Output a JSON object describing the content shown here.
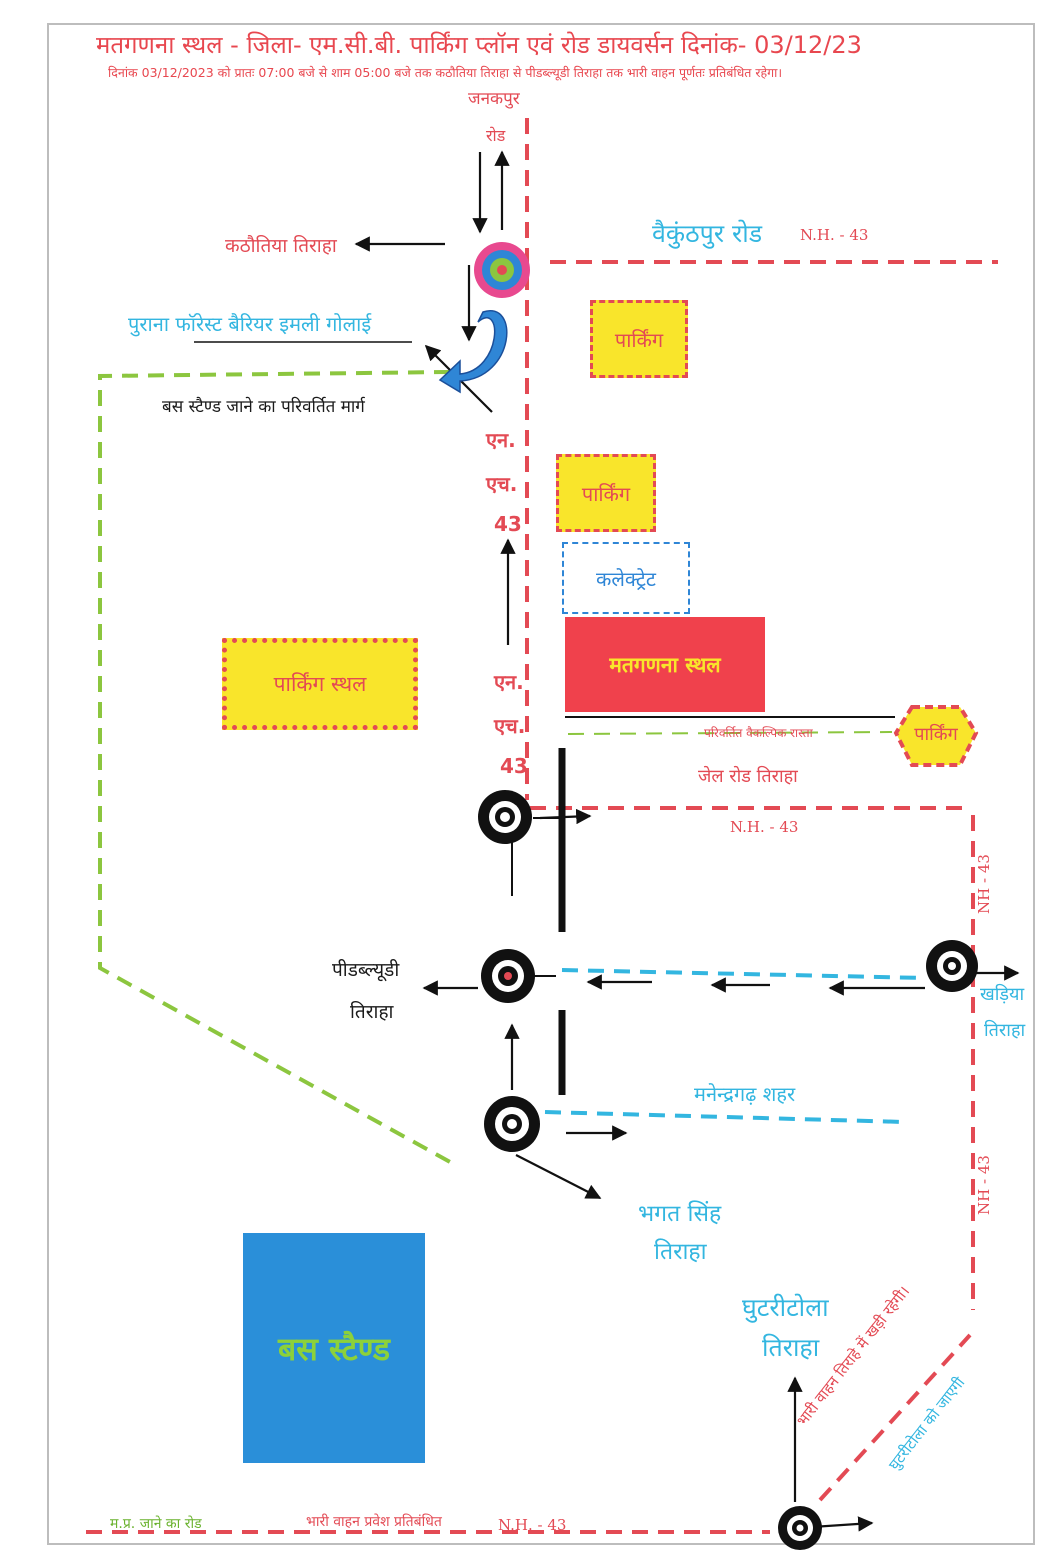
{
  "title": "मतगणना स्थल - जिला- एम.सी.बी. पार्किंग प्लॉन एवं रोड डायवर्सन दिनांक- 03/12/23",
  "subtitle": "दिनांक 03/12/2023 को प्रातः 07:00 बजे से शाम 05:00 बजे तक कठौतिया तिराहा से पीडब्ल्यूडी तिराहा तक भारी वाहन पूर्णतः प्रतिबंधित रहेगा।",
  "labels": {
    "janakpur": "जनकपुर",
    "road": "रोड",
    "kathautiya": "कठौतिया तिराहा",
    "vaikunthpur": "वैकुंठपुर रोड",
    "nh_top": "N.H. - 43",
    "purana_forest": "पुराना फॉरेस्ट बैरियर इमली गोलाई",
    "bus_route": "बस स्टैण्ड जाने का परिवर्तित मार्ग",
    "nh_vertical_1": [
      "एन.",
      "एच.",
      "43"
    ],
    "nh_vertical_2": [
      "एन.",
      "एच.",
      "43"
    ],
    "jail_road": "जेल रोड तिराहा",
    "nh_mid": "N.H. - 43",
    "nh_right_1": "NH - 43",
    "nh_right_2": "NH - 43",
    "pwd_1": "पीडब्ल्यूडी",
    "pwd_2": "तिराहा",
    "khadiya_1": "खड़िया",
    "khadiya_2": "तिराहा",
    "manendragarh": "मनेन्द्रगढ़ शहर",
    "bhagat_1": "भगत सिंह",
    "bhagat_2": "तिराहा",
    "ghutritola_1": "घुटरीटोला",
    "ghutritola_2": "तिराहा",
    "heavy_parking_1": "भारी वाहन तिराहे में खड़ी रहेगी।",
    "heavy_parking_2": "घुटरीटोला को जाएगी",
    "mp_road": "म.प्र. जाने का रोड",
    "heavy_banned": "भारी वाहन प्रवेश प्रतिबंधित",
    "nh_bottom": "N.H. - 43",
    "diversion_road": "परिवर्तित वैकल्पिक रास्ता"
  },
  "boxes": {
    "parking_1": "पार्किंग",
    "parking_2": "पार्किंग",
    "collectorate": "कलेक्ट्रेट",
    "counting_site": "मतगणना स्थल",
    "parking_site": "पार्किंग स्थल",
    "parking_hex": "पार्किंग",
    "bus_stand": "बस स्टैण्ड"
  },
  "colors": {
    "red": "#e34a54",
    "yellow": "#f9e52b",
    "blue": "#33b6e0",
    "green": "#8cc63f",
    "counting_fill": "#f0414c",
    "bus_stand_fill": "#2a8fd9",
    "bus_stand_text": "#8cd13a"
  }
}
